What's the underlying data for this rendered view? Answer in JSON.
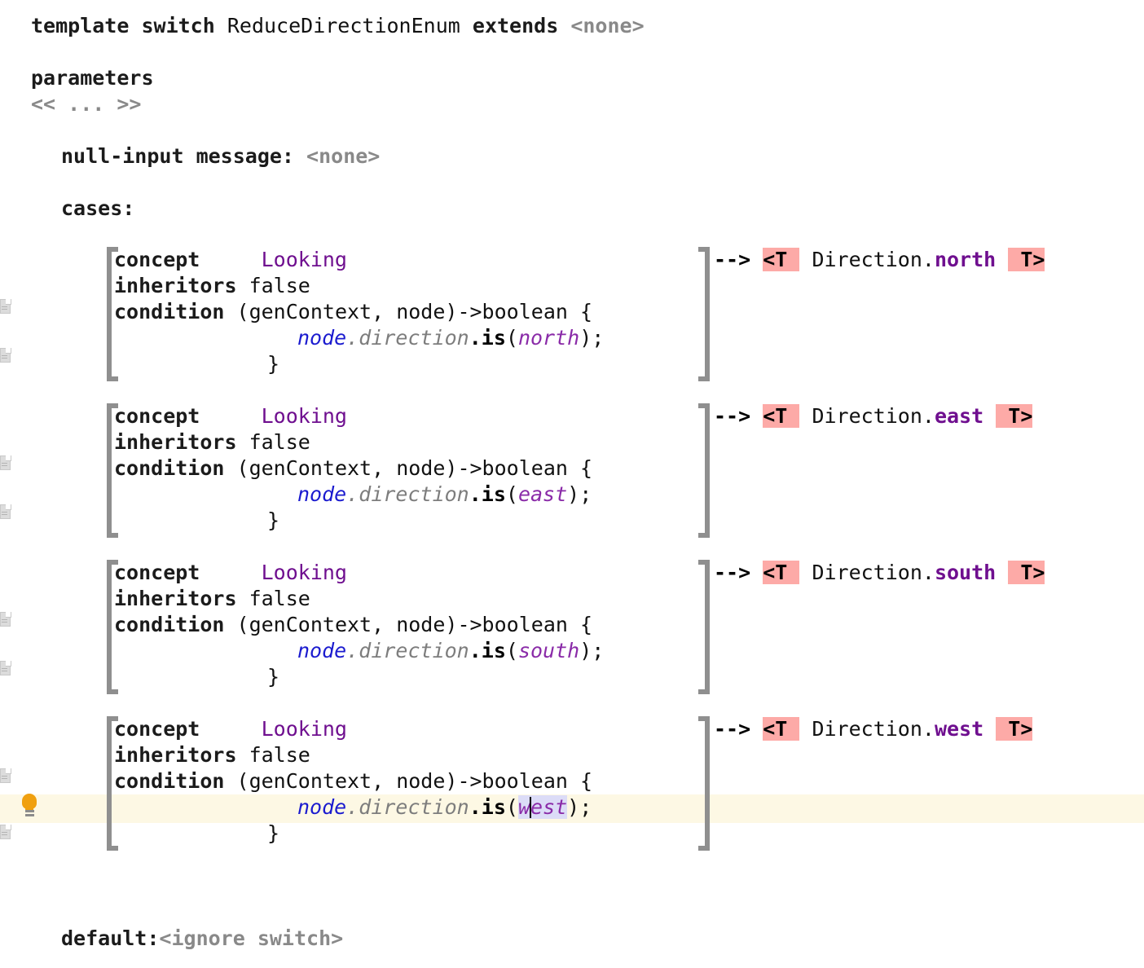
{
  "header": {
    "template_kw": "template switch",
    "switch_name": "ReduceDirectionEnum",
    "extends_kw": "extends",
    "extends_value": "<none>"
  },
  "parameters": {
    "label": "parameters",
    "value": "<< ... >>"
  },
  "null_input": {
    "label": "null-input message:",
    "value": "<none>"
  },
  "cases_label": "cases:",
  "cases": [
    {
      "concept_label": "concept",
      "concept_value": "Looking",
      "inheritors_label": "inheritors",
      "inheritors_value": "false",
      "condition_label": "condition",
      "condition_signature": "(genContext, node)->boolean {",
      "body_receiver": "node",
      "body_property": ".direction",
      "body_method": ".is",
      "body_open_paren": "(",
      "body_argument": "north",
      "body_close": ");",
      "condition_close": "}",
      "arrow": "-->",
      "reduce_open": "<T ",
      "reduce_qualifier": "Direction.",
      "reduce_member": "north",
      "reduce_close": " T>"
    },
    {
      "concept_label": "concept",
      "concept_value": "Looking",
      "inheritors_label": "inheritors",
      "inheritors_value": "false",
      "condition_label": "condition",
      "condition_signature": "(genContext, node)->boolean {",
      "body_receiver": "node",
      "body_property": ".direction",
      "body_method": ".is",
      "body_open_paren": "(",
      "body_argument": "east",
      "body_close": ");",
      "condition_close": "}",
      "arrow": "-->",
      "reduce_open": "<T ",
      "reduce_qualifier": "Direction.",
      "reduce_member": "east",
      "reduce_close": " T>"
    },
    {
      "concept_label": "concept",
      "concept_value": "Looking",
      "inheritors_label": "inheritors",
      "inheritors_value": "false",
      "condition_label": "condition",
      "condition_signature": "(genContext, node)->boolean {",
      "body_receiver": "node",
      "body_property": ".direction",
      "body_method": ".is",
      "body_open_paren": "(",
      "body_argument": "south",
      "body_close": ");",
      "condition_close": "}",
      "arrow": "-->",
      "reduce_open": "<T ",
      "reduce_qualifier": "Direction.",
      "reduce_member": "south",
      "reduce_close": " T>"
    },
    {
      "concept_label": "concept",
      "concept_value": "Looking",
      "inheritors_label": "inheritors",
      "inheritors_value": "false",
      "condition_label": "condition",
      "condition_signature": "(genContext, node)->boolean {",
      "body_receiver": "node",
      "body_property": ".direction",
      "body_method": ".is",
      "body_open_paren": "(",
      "body_argument_caret_before": "w",
      "body_argument_caret_after": "est",
      "body_close": ");",
      "condition_close": "}",
      "arrow": "-->",
      "reduce_open": "<T ",
      "reduce_qualifier": "Direction.",
      "reduce_member": "west",
      "reduce_close": " T>"
    }
  ],
  "default_case": {
    "label": "default:",
    "value": "<ignore switch>"
  },
  "gutter": {
    "fold_icon_name": "code-fold-page-icon",
    "intention_icon_name": "intention-lightbulb-icon"
  },
  "colors": {
    "reduce_highlight": "#fdaaa7",
    "caret_line": "#fdf8e4",
    "selection": "#dcdcf7",
    "bracket": "#8f8f8f",
    "keyword": "#1b1b1b",
    "concept_purple": "#6f0f8f",
    "variable_blue": "#1b1bcf",
    "property_gray": "#7d7d7d",
    "bulb_amber": "#f0a00f"
  }
}
